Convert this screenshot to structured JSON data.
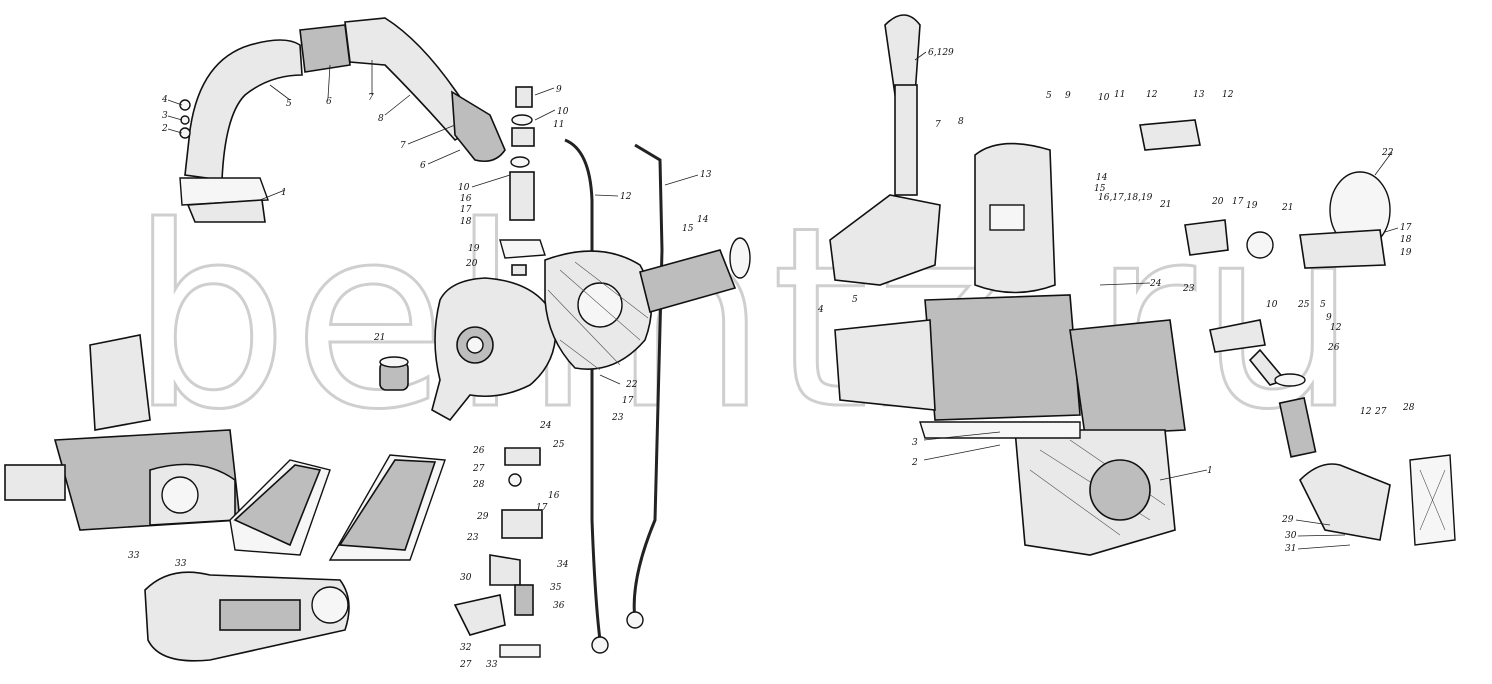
{
  "watermark": "belmtz.ru",
  "callouts": [
    {
      "id": "c-4-left",
      "text": "4"
    },
    {
      "id": "c-3-left",
      "text": "3"
    },
    {
      "id": "c-2-left",
      "text": "2"
    },
    {
      "id": "c-5-pipe",
      "text": "5"
    },
    {
      "id": "c-1-pipe",
      "text": "1"
    },
    {
      "id": "c-6-a",
      "text": "6"
    },
    {
      "id": "c-7-a",
      "text": "7"
    },
    {
      "id": "c-8-pipe",
      "text": "8"
    },
    {
      "id": "c-7-b",
      "text": "7"
    },
    {
      "id": "c-6-b",
      "text": "6"
    },
    {
      "id": "c-9-mid",
      "text": "9"
    },
    {
      "id": "c-10-mid",
      "text": "10"
    },
    {
      "id": "c-11-mid",
      "text": "11"
    },
    {
      "id": "c-10-mid-b",
      "text": "10"
    },
    {
      "id": "c-16-mid",
      "text": "16"
    },
    {
      "id": "c-17-mid",
      "text": "17"
    },
    {
      "id": "c-18-mid",
      "text": "18"
    },
    {
      "id": "c-12-mid",
      "text": "12"
    },
    {
      "id": "c-13-mid",
      "text": "13"
    },
    {
      "id": "c-14-mid",
      "text": "14"
    },
    {
      "id": "c-15-mid",
      "text": "15"
    },
    {
      "id": "c-19-mid",
      "text": "19"
    },
    {
      "id": "c-20-mid",
      "text": "20"
    },
    {
      "id": "c-21-mid",
      "text": "21"
    },
    {
      "id": "c-22-mid",
      "text": "22"
    },
    {
      "id": "c-17-mid-b",
      "text": "17"
    },
    {
      "id": "c-23-mid",
      "text": "23"
    },
    {
      "id": "c-24-mid",
      "text": "24"
    },
    {
      "id": "c-25-mid",
      "text": "25"
    },
    {
      "id": "c-26-mid",
      "text": "26"
    },
    {
      "id": "c-27-mid",
      "text": "27"
    },
    {
      "id": "c-28-mid",
      "text": "28"
    },
    {
      "id": "c-16-mid-b",
      "text": "16"
    },
    {
      "id": "c-17-mid-c",
      "text": "17"
    },
    {
      "id": "c-29-mid",
      "text": "29"
    },
    {
      "id": "c-23-mid-b",
      "text": "23"
    },
    {
      "id": "c-34-mid",
      "text": "34"
    },
    {
      "id": "c-30-mid",
      "text": "30"
    },
    {
      "id": "c-35-mid",
      "text": "35"
    },
    {
      "id": "c-36-mid",
      "text": "36"
    },
    {
      "id": "c-32-mid",
      "text": "32"
    },
    {
      "id": "c-27-mid-b",
      "text": "27"
    },
    {
      "id": "c-33-mid",
      "text": "33"
    },
    {
      "id": "c-33-engine",
      "text": "33"
    },
    {
      "id": "c-33-starter",
      "text": "33"
    },
    {
      "id": "c-6129",
      "text": "6,129"
    },
    {
      "id": "c-7-r",
      "text": "7"
    },
    {
      "id": "c-8-r",
      "text": "8"
    },
    {
      "id": "c-5-r",
      "text": "5"
    },
    {
      "id": "c-9-r",
      "text": "9"
    },
    {
      "id": "c-10-r",
      "text": "10"
    },
    {
      "id": "c-11-r",
      "text": "11"
    },
    {
      "id": "c-12-r",
      "text": "12"
    },
    {
      "id": "c-13-r",
      "text": "13"
    },
    {
      "id": "c-12-r-b",
      "text": "12"
    },
    {
      "id": "c-14-r",
      "text": "14"
    },
    {
      "id": "c-15-r",
      "text": "15"
    },
    {
      "id": "c-16171819-r",
      "text": "16,17,18,19"
    },
    {
      "id": "c-22-r",
      "text": "22"
    },
    {
      "id": "c-20-r",
      "text": "20"
    },
    {
      "id": "c-17-r",
      "text": "17"
    },
    {
      "id": "c-19-r",
      "text": "19"
    },
    {
      "id": "c-21-r",
      "text": "21"
    },
    {
      "id": "c-21-r-b",
      "text": "21"
    },
    {
      "id": "c-17-r-b",
      "text": "17"
    },
    {
      "id": "c-18-r",
      "text": "18"
    },
    {
      "id": "c-19-r-b",
      "text": "19"
    },
    {
      "id": "c-4-r",
      "text": "4"
    },
    {
      "id": "c-5-r-b",
      "text": "5"
    },
    {
      "id": "c-24-r",
      "text": "24"
    },
    {
      "id": "c-23-r",
      "text": "23"
    },
    {
      "id": "c-10-r-b",
      "text": "10"
    },
    {
      "id": "c-25-r",
      "text": "25"
    },
    {
      "id": "c-5-r-c",
      "text": "5"
    },
    {
      "id": "c-9-r-b",
      "text": "9"
    },
    {
      "id": "c-12-r-c",
      "text": "12"
    },
    {
      "id": "c-26-r",
      "text": "26"
    },
    {
      "id": "c-3-r",
      "text": "3"
    },
    {
      "id": "c-2-r",
      "text": "2"
    },
    {
      "id": "c-1-r",
      "text": "1"
    },
    {
      "id": "c-12-r-d",
      "text": "12"
    },
    {
      "id": "c-27-r",
      "text": "27"
    },
    {
      "id": "c-28-r",
      "text": "28"
    },
    {
      "id": "c-29-r",
      "text": "29"
    },
    {
      "id": "c-30-r",
      "text": "30"
    },
    {
      "id": "c-31-r",
      "text": "31"
    }
  ]
}
